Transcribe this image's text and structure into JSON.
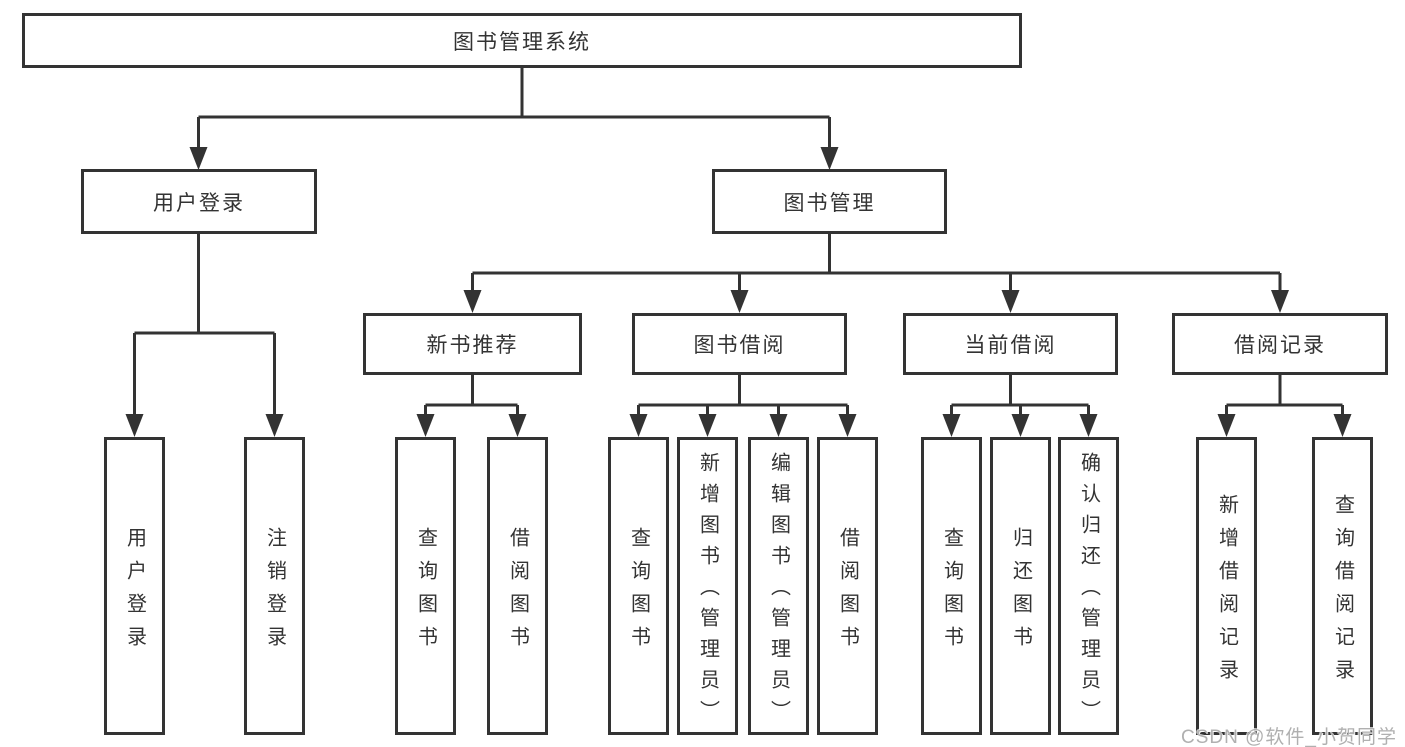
{
  "diagram": {
    "root": {
      "label": "图书管理系统"
    },
    "level2": {
      "user_login": {
        "label": "用户登录"
      },
      "book_management": {
        "label": "图书管理"
      }
    },
    "level3": {
      "new_book_recommend": {
        "label": "新书推荐"
      },
      "book_borrowing": {
        "label": "图书借阅"
      },
      "current_borrowing": {
        "label": "当前借阅"
      },
      "borrowing_records": {
        "label": "借阅记录"
      }
    },
    "leaves": {
      "user_login": "用户登录",
      "logout_login": "注销登录",
      "recommend_query_books": "查询图书",
      "recommend_borrow_books": "借阅图书",
      "borrowing_query_books": "查询图书",
      "borrowing_add_books_admin": "新增图书（管理员）",
      "borrowing_edit_books_admin": "编辑图书（管理员）",
      "borrowing_borrow_books": "借阅图书",
      "current_query_books": "查询图书",
      "current_return_books": "归还图书",
      "current_confirm_return_admin": "确认归还（管理员）",
      "records_add_borrow_record": "新增借阅记录",
      "records_query_borrow_record": "查询借阅记录"
    }
  },
  "watermark": "CSDN @软件_小贺同学",
  "colors": {
    "line": "#333333",
    "text": "#333333",
    "box_bg": "#ffffff",
    "page_bg": "#ffffff",
    "watermark": "#b0b0b0"
  }
}
